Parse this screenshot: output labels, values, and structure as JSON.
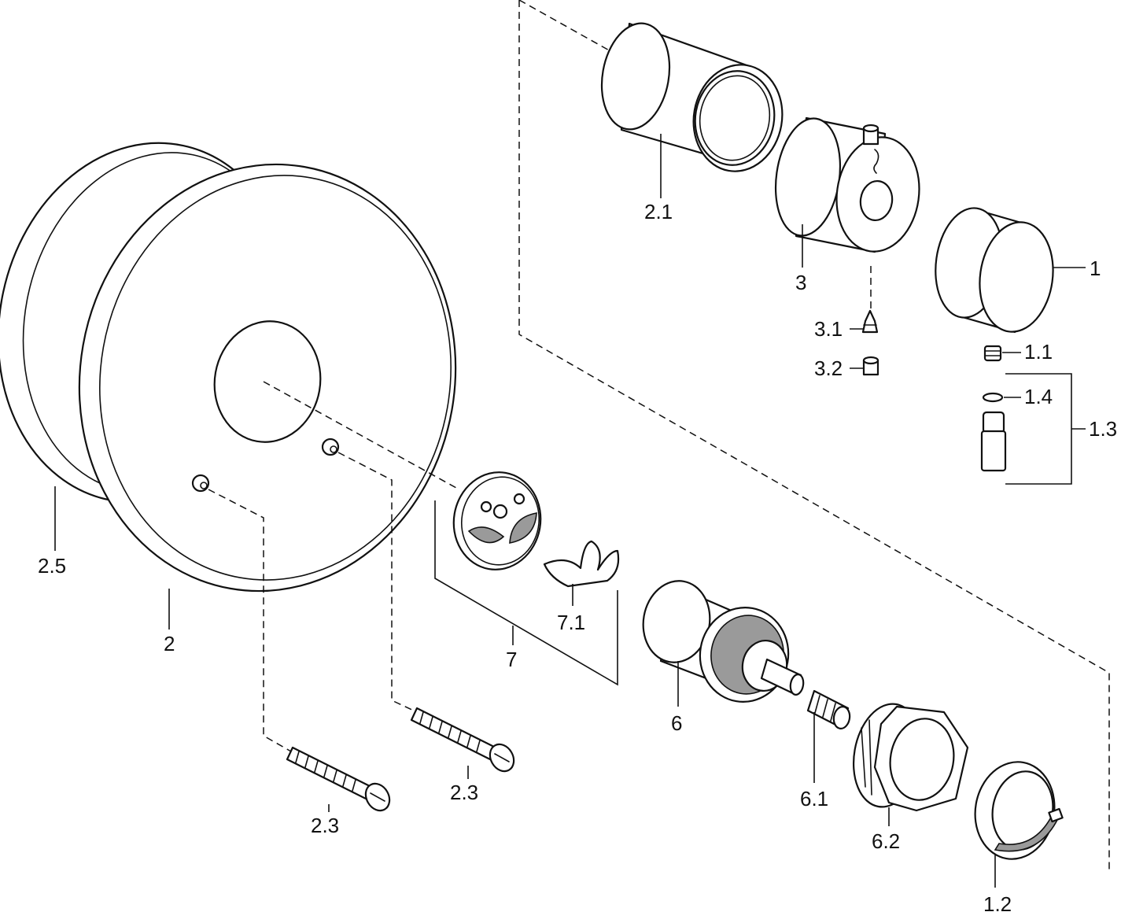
{
  "callouts": {
    "c1": "1",
    "c1_1": "1.1",
    "c1_2": "1.2",
    "c1_3": "1.3",
    "c1_4": "1.4",
    "c2": "2",
    "c2_1": "2.1",
    "c2_3a": "2.3",
    "c2_3b": "2.3",
    "c2_5": "2.5",
    "c3": "3",
    "c3_1": "3.1",
    "c3_2": "3.2",
    "c6": "6",
    "c6_1": "6.1",
    "c6_2": "6.2",
    "c7": "7",
    "c7_1": "7.1"
  }
}
